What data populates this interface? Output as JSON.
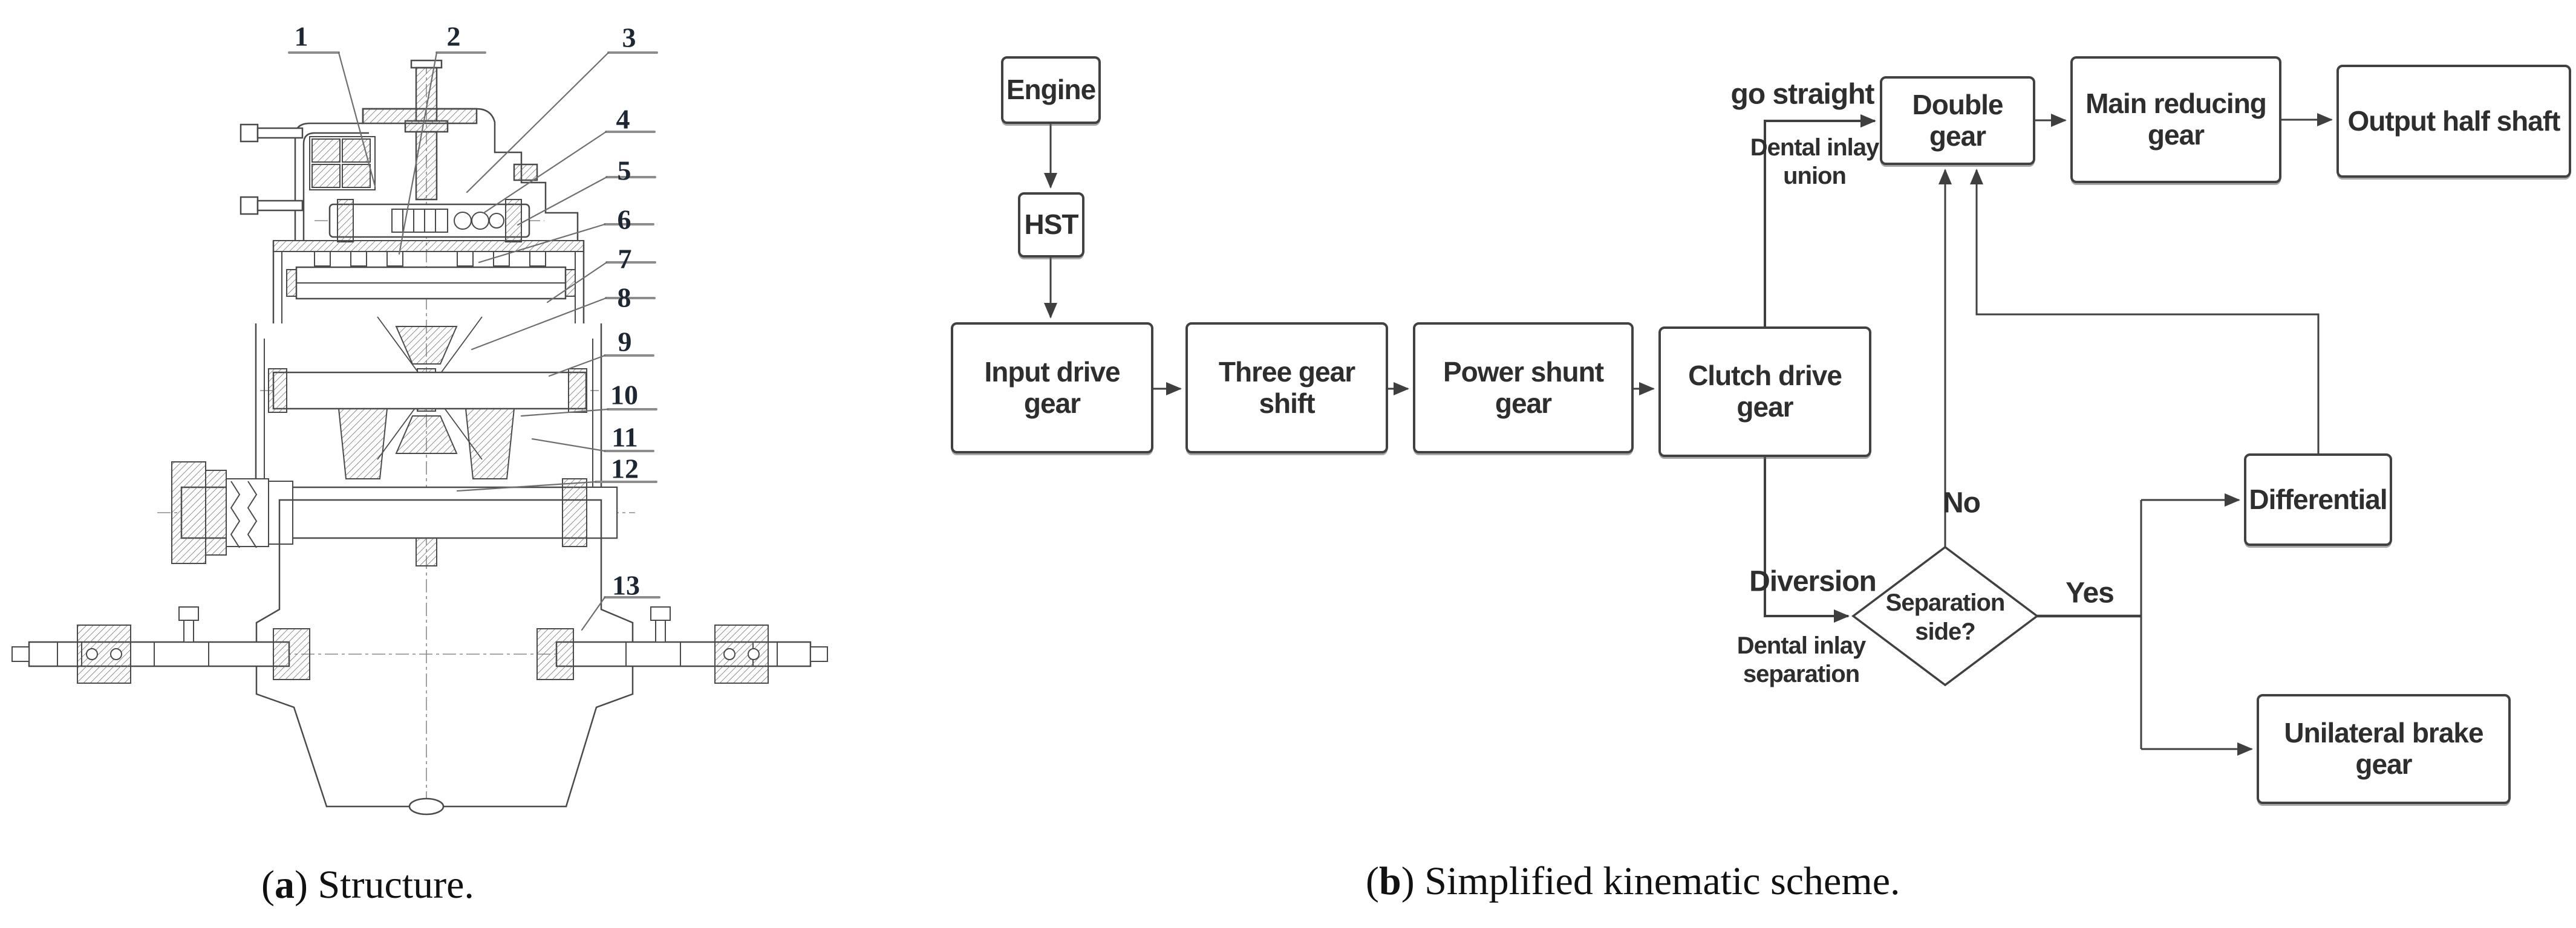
{
  "figure": {
    "captions": {
      "a": {
        "open": "(",
        "letter": "a",
        "close": ")",
        "text": "Structure."
      },
      "b": {
        "open": "(",
        "letter": "b",
        "close": ")",
        "text": "Simplified kinematic scheme."
      }
    },
    "structure": {
      "part_numbers": [
        "1",
        "2",
        "3",
        "4",
        "5",
        "6",
        "7",
        "8",
        "9",
        "10",
        "11",
        "12",
        "13"
      ]
    },
    "flowchart": {
      "nodes": {
        "engine": "Engine",
        "hst": "HST",
        "input_drive_gear": "Input drive gear",
        "three_gear_shift": "Three gear shift",
        "power_shunt_gear": "Power shunt gear",
        "clutch_drive_gear": "Clutch drive gear",
        "double_gear": "Double gear",
        "main_reducing_gear": "Main reducing gear",
        "output_half_shaft": "Output half shaft",
        "differential": "Differential",
        "unilateral_brake_gear": "Unilateral brake gear"
      },
      "decision": {
        "line1": "Separation",
        "line2": "side?"
      },
      "edge_labels": {
        "go_straight": "go straight",
        "dental_union_line1": "Dental inlay",
        "dental_union_line2": "union",
        "diversion": "Diversion",
        "dental_separation_line1": "Dental inlay",
        "dental_separation_line2": "separation",
        "no": "No",
        "yes": "Yes"
      }
    },
    "colors": {
      "line": "#3f3f3f",
      "box_border": "#414141",
      "text": "#2e2e2e",
      "drawing_line": "#4a4a4a",
      "leader_line": "#6e6e6e",
      "underline": "#8c8c8c"
    }
  }
}
